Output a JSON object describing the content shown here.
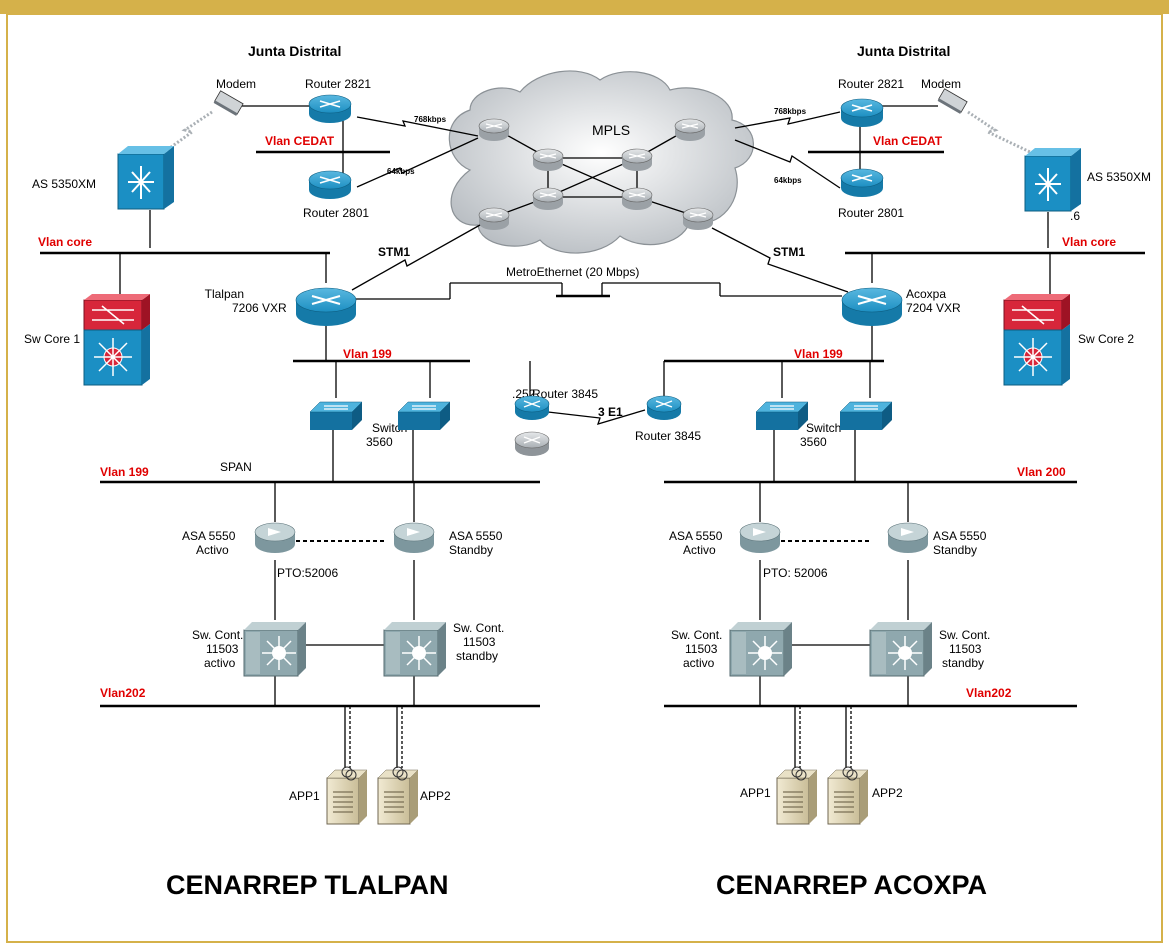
{
  "colors": {
    "frame": "#d5b14a",
    "router": "#1d97c9",
    "accent_red": "#e00000",
    "firewall": "#9cb3b8"
  },
  "left": {
    "junta": "Junta Distrital",
    "modem": "Modem",
    "router_2821": "Router 2821",
    "router_2801": "Router 2801",
    "vlan_cedat": "Vlan CEDAT",
    "link_768": "768kbps",
    "link_64": "64kbps",
    "as5350": "AS 5350XM",
    "vlan_core": "Vlan core",
    "sw_core": "Sw Core 1",
    "core_router": [
      "Tlalpan",
      "7206 VXR"
    ],
    "stm1": "STM1",
    "vlan199_top": "Vlan 199",
    "switch": [
      "Switch",
      "3560"
    ],
    "vlan199_bus": "Vlan 199",
    "span": "SPAN",
    "asa_active": [
      "ASA 5550",
      "Activo"
    ],
    "asa_standby": [
      "ASA 5550",
      "Standby"
    ],
    "pto": "PTO:52006",
    "sw_cont_active": [
      "Sw. Cont.",
      "11503",
      "activo"
    ],
    "sw_cont_standby": [
      "Sw. Cont.",
      "11503",
      "standby"
    ],
    "vlan202": "Vlan202",
    "app1": "APP1",
    "app2": "APP2",
    "site_title": "CENARREP TLALPAN"
  },
  "right": {
    "junta": "Junta Distrital",
    "modem": "Modem",
    "router_2821": "Router 2821",
    "router_2801": "Router 2801",
    "vlan_cedat": "Vlan CEDAT",
    "link_768": "768kbps",
    "link_64": "64kbps",
    "as5350": "AS 5350XM",
    "addr_6": ".6",
    "vlan_core": "Vlan core",
    "sw_core": "Sw Core 2",
    "core_router": [
      "Acoxpa",
      "7204 VXR"
    ],
    "stm1": "STM1",
    "vlan199_top": "Vlan 199",
    "switch": [
      "Switch",
      "3560"
    ],
    "vlan200_bus": "Vlan 200",
    "asa_active": [
      "ASA 5550",
      "Activo"
    ],
    "asa_standby": [
      "ASA 5550",
      "Standby"
    ],
    "pto": "PTO: 52006",
    "sw_cont_active": [
      "Sw. Cont.",
      "11503",
      "activo"
    ],
    "sw_cont_standby": [
      "Sw. Cont.",
      "11503",
      "standby"
    ],
    "vlan202": "Vlan202",
    "app1": "APP1",
    "app2": "APP2",
    "site_title": "CENARREP ACOXPA"
  },
  "center": {
    "mpls": "MPLS",
    "metro": "MetroEthernet (20 Mbps)",
    "addr_252": ".252",
    "router_3845_left": "Router 3845",
    "router_3845_right": "Router 3845",
    "e1": "3 E1"
  }
}
